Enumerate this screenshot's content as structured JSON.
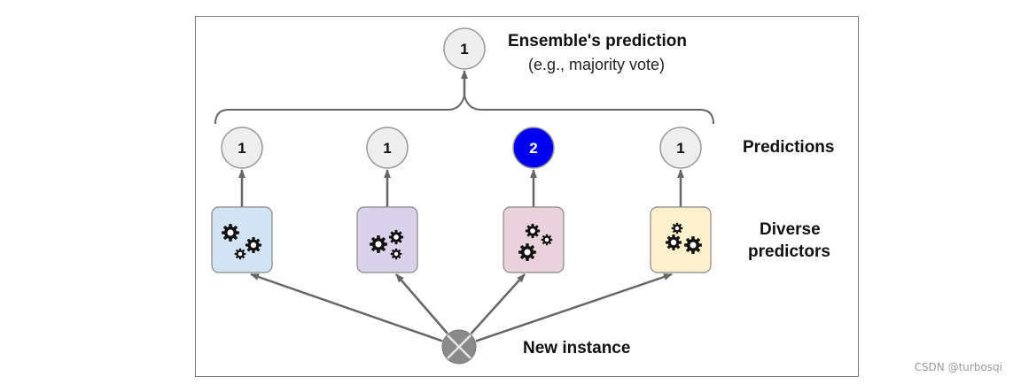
{
  "ensemble": {
    "title": "Ensemble's prediction",
    "subtitle": "(e.g., majority vote)",
    "value": "1"
  },
  "labels": {
    "predictions": "Predictions",
    "diverse_line1": "Diverse",
    "diverse_line2": "predictors",
    "new_instance": "New instance"
  },
  "predictors": [
    {
      "prediction": "1",
      "box_color": "#d2e3f4",
      "circle_color": "#eeeeee",
      "text_color": "#111111"
    },
    {
      "prediction": "1",
      "box_color": "#d9d2ea",
      "circle_color": "#eeeeee",
      "text_color": "#111111"
    },
    {
      "prediction": "2",
      "box_color": "#ead2dc",
      "circle_color": "#0000ee",
      "text_color": "#ffffff"
    },
    {
      "prediction": "1",
      "box_color": "#fdf0cc",
      "circle_color": "#eeeeee",
      "text_color": "#111111"
    }
  ],
  "colors": {
    "arrow": "#666666",
    "node_border": "#9a9a9a",
    "instance": "#8a8a8a"
  },
  "watermark": "CSDN @turbosqi",
  "icons": {
    "gears": "gears-icon",
    "instance": "cross-circle-icon"
  }
}
